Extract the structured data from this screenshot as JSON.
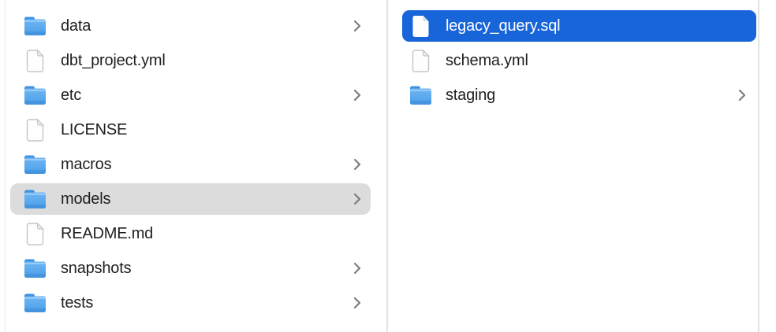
{
  "app": "finder-column-view",
  "colors": {
    "selection_blue": "#1765d8",
    "selection_gray": "#dcdcdc",
    "divider": "#e3e3e3",
    "edge_line": "#ebebeb",
    "text": "#1f1f21",
    "selected_text": "#ffffff",
    "chevron": "#7d7d7d",
    "folder_tab": "#3e92e6",
    "folder_top": "#6fb6f3",
    "folder_bottom": "#4a9ee9",
    "doc_border": "#c6c6c6",
    "doc_fill": "#fefefe",
    "doc_fold": "#efefef",
    "doc_fold_on_blue": "#d6dce6"
  },
  "columns": [
    {
      "name": "left-column",
      "items": [
        {
          "label": "data",
          "icon": "folder-icon",
          "chevron": true,
          "selected": null
        },
        {
          "label": "dbt_project.yml",
          "icon": "document-icon",
          "chevron": false,
          "selected": null
        },
        {
          "label": "etc",
          "icon": "folder-icon",
          "chevron": true,
          "selected": null
        },
        {
          "label": "LICENSE",
          "icon": "document-icon",
          "chevron": false,
          "selected": null
        },
        {
          "label": "macros",
          "icon": "folder-icon",
          "chevron": true,
          "selected": null
        },
        {
          "label": "models",
          "icon": "folder-icon",
          "chevron": true,
          "selected": "gray"
        },
        {
          "label": "README.md",
          "icon": "document-icon",
          "chevron": false,
          "selected": null
        },
        {
          "label": "snapshots",
          "icon": "folder-icon",
          "chevron": true,
          "selected": null
        },
        {
          "label": "tests",
          "icon": "folder-icon",
          "chevron": true,
          "selected": null
        }
      ]
    },
    {
      "name": "right-column",
      "items": [
        {
          "label": "legacy_query.sql",
          "icon": "document-icon",
          "chevron": false,
          "selected": "blue"
        },
        {
          "label": "schema.yml",
          "icon": "document-icon",
          "chevron": false,
          "selected": null
        },
        {
          "label": "staging",
          "icon": "folder-icon",
          "chevron": true,
          "selected": null
        }
      ]
    },
    {
      "name": "empty-column",
      "items": []
    }
  ]
}
